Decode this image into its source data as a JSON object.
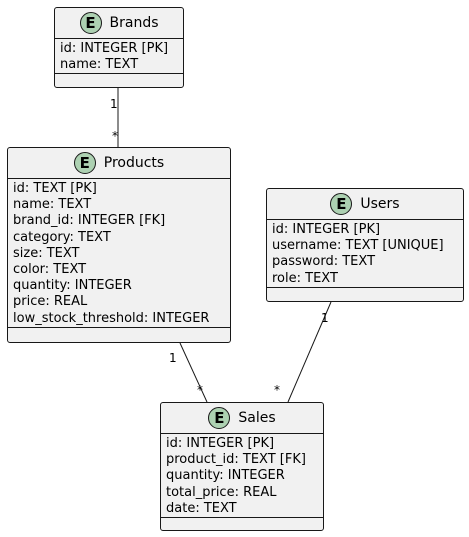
{
  "entities": {
    "brands": {
      "badge": "E",
      "name": "Brands",
      "fields": [
        "id: INTEGER [PK]",
        "name: TEXT"
      ]
    },
    "products": {
      "badge": "E",
      "name": "Products",
      "fields": [
        "id: TEXT [PK]",
        "name: TEXT",
        "brand_id: INTEGER [FK]",
        "category: TEXT",
        "size: TEXT",
        "color: TEXT",
        "quantity: INTEGER",
        "price: REAL",
        "low_stock_threshold: INTEGER"
      ]
    },
    "users": {
      "badge": "E",
      "name": "Users",
      "fields": [
        "id: INTEGER [PK]",
        "username: TEXT [UNIQUE]",
        "password: TEXT",
        "role: TEXT"
      ]
    },
    "sales": {
      "badge": "E",
      "name": "Sales",
      "fields": [
        "id: INTEGER [PK]",
        "product_id: TEXT [FK]",
        "quantity: INTEGER",
        "total_price: REAL",
        "date: TEXT"
      ]
    }
  },
  "relations": [
    {
      "from": "brands",
      "to": "products",
      "from_label": "1",
      "to_label": "*"
    },
    {
      "from": "products",
      "to": "sales",
      "from_label": "1",
      "to_label": "*"
    },
    {
      "from": "users",
      "to": "sales",
      "from_label": "1",
      "to_label": "*"
    }
  ],
  "colors": {
    "entity_fill": "#f1f1f1",
    "badge_fill": "#add1b2",
    "border": "#181818"
  }
}
